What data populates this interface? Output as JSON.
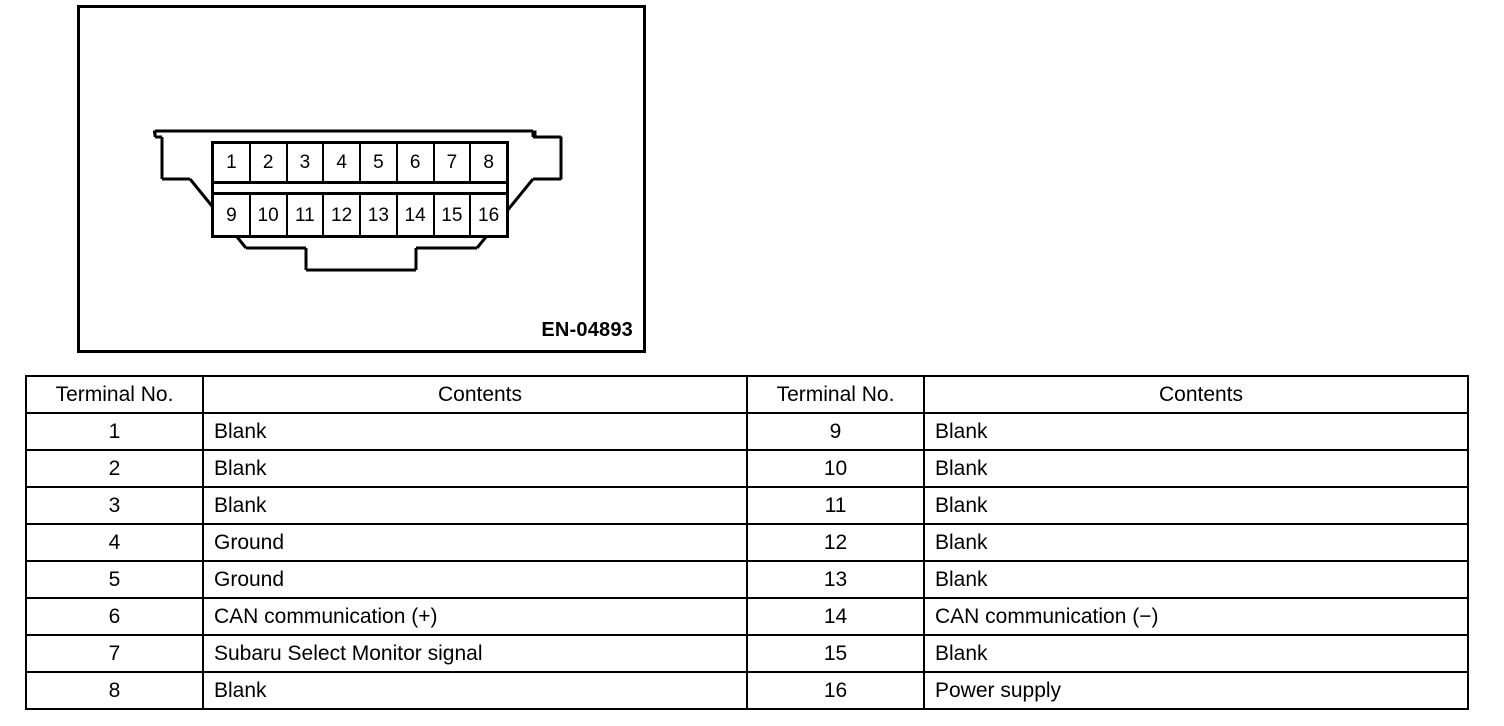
{
  "figure": {
    "reference_label": "EN-04893",
    "connector": {
      "name": "data-link-connector",
      "pin_rows": [
        [
          "1",
          "2",
          "3",
          "4",
          "5",
          "6",
          "7",
          "8"
        ],
        [
          "9",
          "10",
          "11",
          "12",
          "13",
          "14",
          "15",
          "16"
        ]
      ]
    }
  },
  "table": {
    "headers": {
      "terminal": "Terminal No.",
      "contents": "Contents"
    },
    "rows": [
      {
        "left_terminal": "1",
        "left_contents": "Blank",
        "right_terminal": "9",
        "right_contents": "Blank"
      },
      {
        "left_terminal": "2",
        "left_contents": "Blank",
        "right_terminal": "10",
        "right_contents": "Blank"
      },
      {
        "left_terminal": "3",
        "left_contents": "Blank",
        "right_terminal": "11",
        "right_contents": "Blank"
      },
      {
        "left_terminal": "4",
        "left_contents": "Ground",
        "right_terminal": "12",
        "right_contents": "Blank"
      },
      {
        "left_terminal": "5",
        "left_contents": "Ground",
        "right_terminal": "13",
        "right_contents": "Blank"
      },
      {
        "left_terminal": "6",
        "left_contents": "CAN communication (+)",
        "right_terminal": "14",
        "right_contents": "CAN communication (−)"
      },
      {
        "left_terminal": "7",
        "left_contents": "Subaru Select Monitor signal",
        "right_terminal": "15",
        "right_contents": "Blank"
      },
      {
        "left_terminal": "8",
        "left_contents": "Blank",
        "right_terminal": "16",
        "right_contents": "Power supply"
      }
    ]
  },
  "colors": {
    "ink": "#000000",
    "paper": "#ffffff"
  }
}
